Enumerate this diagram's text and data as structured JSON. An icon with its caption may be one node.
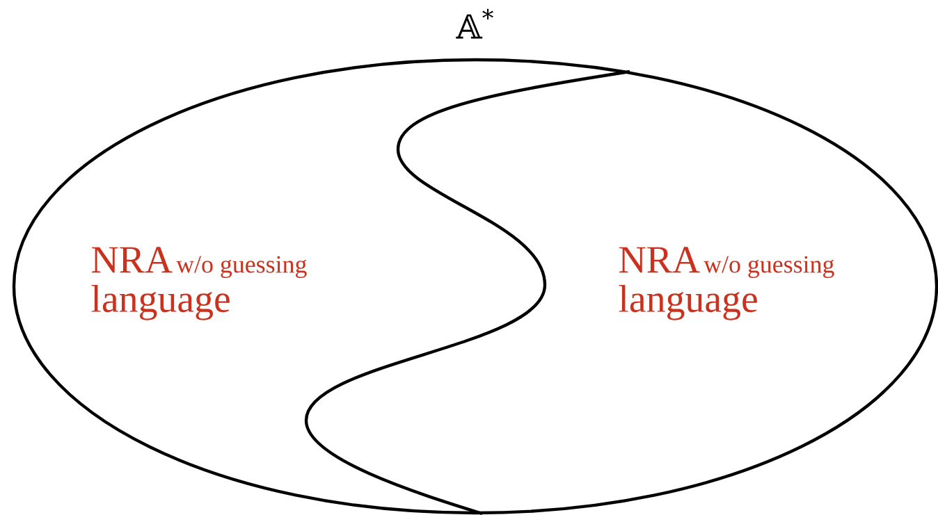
{
  "diagram": {
    "nodes": [
      {
        "text": [
          "𝔸$^{*}$"
        ]
      },
      {
        "text": [
          "NRA",
          "w/o guessing",
          "language"
        ],
        "in": 0
      },
      {
        "text": [
          "NRA",
          "w/o guessing",
          "language"
        ],
        "in": 0
      }
    ]
  }
}
